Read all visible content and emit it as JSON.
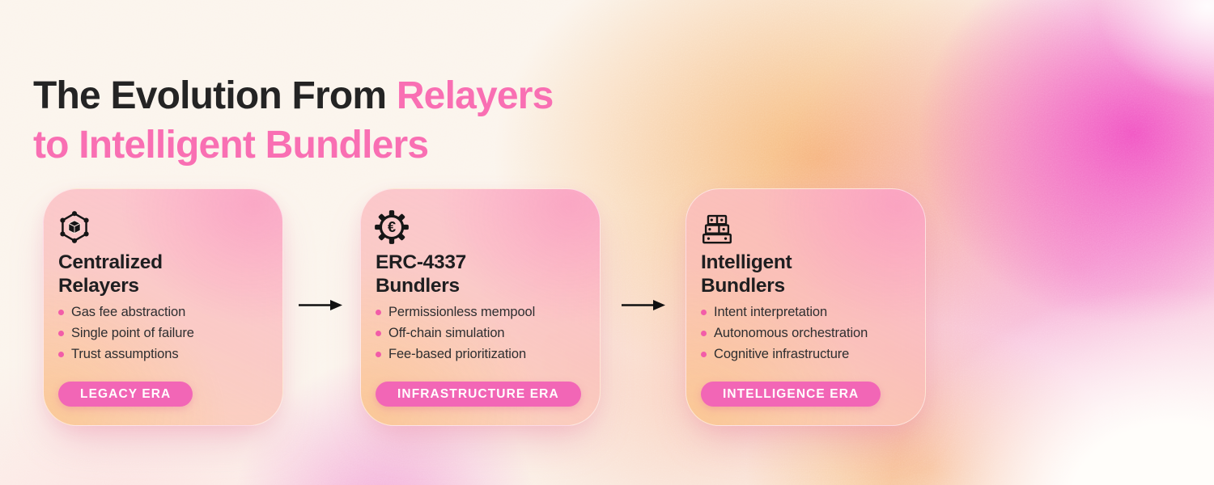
{
  "header": {
    "title_dark": "The Evolution From",
    "title_accent": "Relayers",
    "title_line2": "to Intelligent Bundlers"
  },
  "cards": [
    {
      "icon": "network-cube-icon",
      "title_line1": "Centralized",
      "title_line2": "Relayers",
      "bullets": [
        "Gas fee abstraction",
        "Single point of failure",
        "Trust assumptions"
      ],
      "badge_label": "LEGACY ERA"
    },
    {
      "icon": "gear-euro-icon",
      "title_line1": "ERC-4337",
      "title_line2": "Bundlers",
      "bullets": [
        "Permissionless mempool",
        "Off-chain simulation",
        "Fee-based prioritization"
      ],
      "badge_label": "INFRASTRUCTURE ERA"
    },
    {
      "icon": "stacked-bundles-icon",
      "title_line1": "Intelligent",
      "title_line2": "Bundlers",
      "bullets": [
        "Intent interpretation",
        "Autonomous orchestration",
        "Cognitive infrastructure"
      ],
      "badge_label": "INTELLIGENCE ERA"
    }
  ],
  "icons": {
    "gear_symbol": "€"
  },
  "colors": {
    "title_dark": "#242424",
    "accent_pink": "#F96FB3",
    "badge_pink": "#F266B6",
    "bullet_pink": "#F25CA8",
    "orange_glow": "#F6B676",
    "hot_pink_glow": "#F04AC0",
    "base_cream": "#FBF4EC",
    "icon_black": "#161616"
  }
}
